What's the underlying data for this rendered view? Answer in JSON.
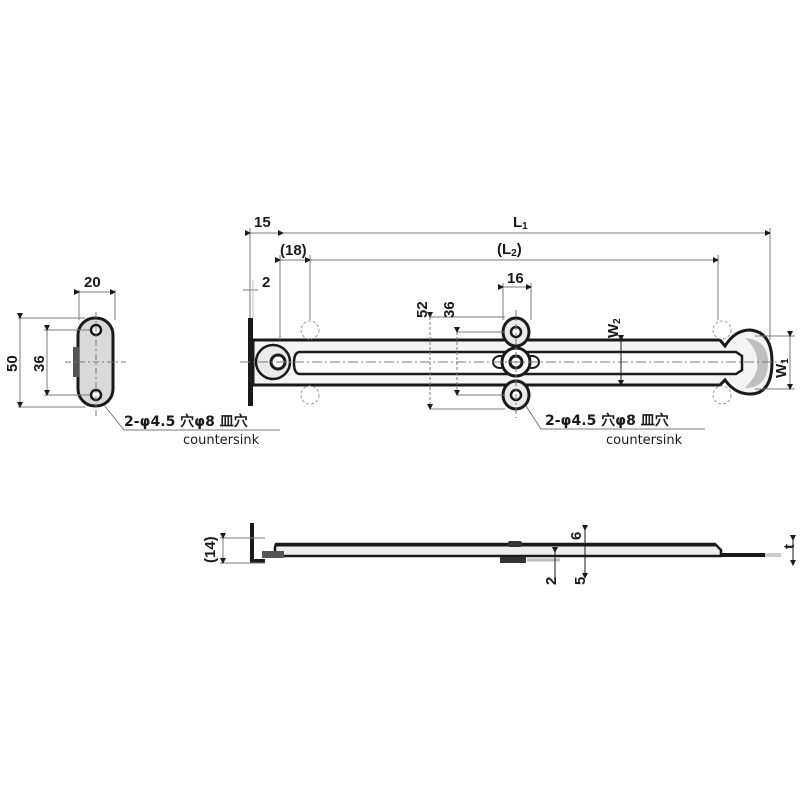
{
  "drawing": {
    "title": "Stay bar technical drawing",
    "colors": {
      "line": "#1a1a1a",
      "dim_line": "#7a7a7a",
      "fill_light": "#d9d9d9",
      "fill_mid": "#bfbfbf",
      "background": "#ffffff"
    }
  },
  "left_view": {
    "dims": {
      "width": "20",
      "outer_height": "50",
      "hole_pitch": "36"
    },
    "callout": {
      "text": "2-φ4.5 穴φ8 皿穴",
      "sub": "countersink"
    }
  },
  "top_view": {
    "dims": {
      "offset_15": "15",
      "offset_18": "(18)",
      "thickness_2": "2",
      "L1": "L",
      "L1_sub": "1",
      "L2": "(L",
      "L2_sub": "2",
      "L2_close": ")",
      "hole_pitch_52": "52",
      "hole_pitch_36": "36",
      "bracket_width_16": "16",
      "W2": "W",
      "W2_sub": "2",
      "W1": "W",
      "W1_sub": "1"
    },
    "callout": {
      "text": "2-φ4.5 穴φ8 皿穴",
      "sub": "countersink"
    }
  },
  "side_view": {
    "dims": {
      "height_14": "(14)",
      "gap_6": "6",
      "gap_2": "2",
      "gap_5": "5",
      "thickness_t": "t"
    }
  }
}
